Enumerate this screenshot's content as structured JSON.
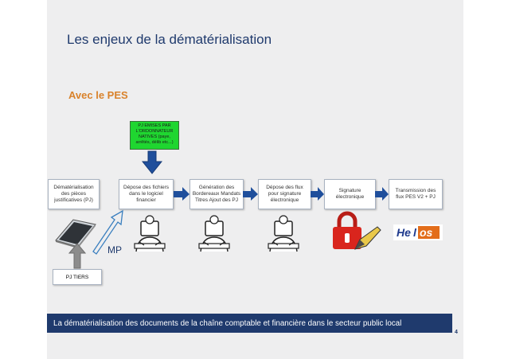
{
  "slide": {
    "title": "Les enjeux de la dématérialisation",
    "subtitle": "Avec le PES",
    "green_note": "PJ EMISES PAR L'ORDONNATEUR NATIVES (paye, arrêtés, délib etc...)",
    "flow": [
      "Dématérialisation des pièces justificatives (PJ)",
      "Dépose des fichiers dans le logiciel financier",
      "Génération des Bordereaux Mandats Titres Ajout des PJ",
      "Dépose des flux pour signature électronique",
      "Signature électronique",
      "Transmission des flux PES V2 + PJ"
    ],
    "mp_label": "MP",
    "pj_tiers": "PJ TIERS",
    "footer": "La dématérialisation des documents de la chaîne comptable et financière dans le secteur public local",
    "page_number": "4",
    "helios_logo": "Helios"
  },
  "colors": {
    "navy": "#1f3a6d",
    "orange": "#d9822b",
    "green_note": "#1fd630",
    "arrow_blue": "#1f4f9c",
    "arrow_gray": "#8c8c8c",
    "lock_red": "#d9251d"
  },
  "icons": [
    "scanner-icon",
    "person-at-computer-icon",
    "padlock-icon",
    "pen-icon",
    "helios-logo"
  ]
}
